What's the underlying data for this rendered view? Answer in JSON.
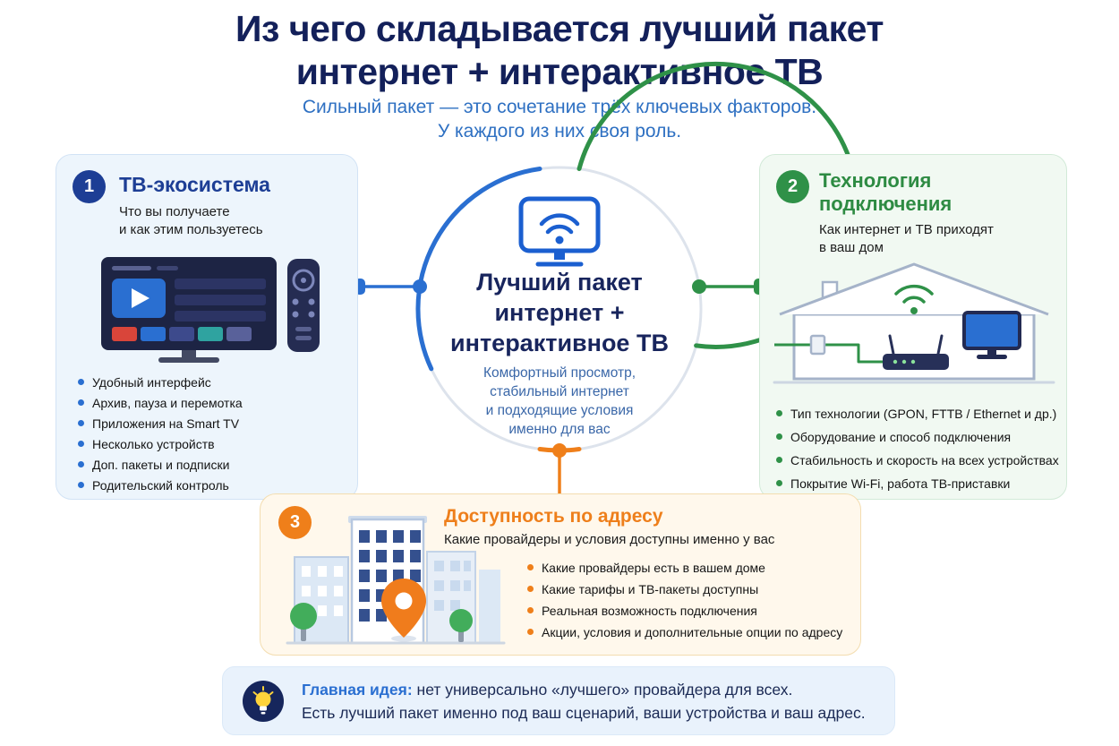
{
  "header": {
    "title_line1": "Из чего складывается лучший пакет",
    "title_line2": "интернет + интерактивное ТВ",
    "subtitle_line1": "Сильный пакет — это сочетание трёх ключевых факторов.",
    "subtitle_line2": "У каждого из них своя роль."
  },
  "center": {
    "title_line1": "Лучший пакет",
    "title_line2": "интернет +",
    "title_line3": "интерактивное ТВ",
    "desc_line1": "Комфортный просмотр,",
    "desc_line2": "стабильный интернет",
    "desc_line3": "и подходящие условия",
    "desc_line4": "именно для вас"
  },
  "cards": {
    "tv": {
      "number": "1",
      "title": "ТВ-экосистема",
      "subtitle_line1": "Что вы получаете",
      "subtitle_line2": "и как этим пользуетесь",
      "bullets": [
        "Удобный интерфейс",
        "Архив, пауза и перемотка",
        "Приложения на Smart TV",
        "Несколько устройств",
        "Доп. пакеты и подписки",
        "Родительский контроль"
      ]
    },
    "tech": {
      "number": "2",
      "title_line1": "Технология",
      "title_line2": "подключения",
      "subtitle_line1": "Как интернет и ТВ приходят",
      "subtitle_line2": "в ваш дом",
      "bullets": [
        "Тип технологии (GPON, FTTB / Ethernet и др.)",
        "Оборудование и способ подключения",
        "Стабильность и скорость на всех устройствах",
        "Покрытие Wi-Fi, работа ТВ-приставки"
      ]
    },
    "address": {
      "number": "3",
      "title": "Доступность по адресу",
      "subtitle": "Какие провайдеры и условия доступны именно у вас",
      "bullets": [
        "Какие провайдеры есть в вашем доме",
        "Какие тарифы и ТВ-пакеты доступны",
        "Реальная возможность подключения",
        "Акции, условия и дополнительные опции по адресу"
      ]
    }
  },
  "idea": {
    "label": "Главная идея:",
    "line1_rest": " нет универсально «лучшего» провайдера для всех.",
    "line2": "Есть лучший пакет именно под ваш сценарий, ваши устройства и ваш адрес."
  },
  "colors": {
    "navy": "#18255d",
    "blue": "#2a6fd1",
    "green": "#2f9148",
    "orange": "#ef7f1a"
  }
}
